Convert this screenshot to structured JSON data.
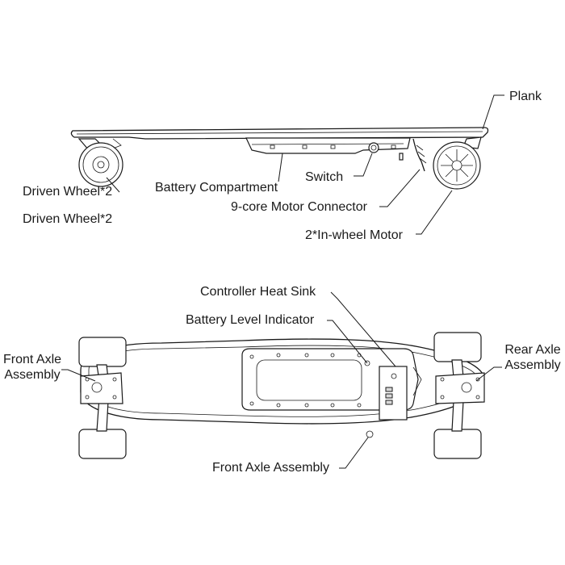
{
  "side_view": {
    "labels": {
      "plank": "Plank",
      "driven_wheel_a": "Driven Wheel*2",
      "driven_wheel_b": "Driven Wheel*2",
      "battery_compartment": "Battery Compartment",
      "switch": "Switch",
      "motor_connector": "9-core Motor Connector",
      "in_wheel_motor": "2*In-wheel Motor"
    }
  },
  "bottom_view": {
    "labels": {
      "controller_heat_sink": "Controller Heat Sink",
      "battery_level_indicator": "Battery Level Indicator",
      "front_axle_left_line1": "Front Axle",
      "front_axle_left_line2": "Assembly",
      "rear_axle_line1": "Rear Axle",
      "rear_axle_line2": "Assembly",
      "front_axle_bottom": "Front Axle Assembly"
    }
  }
}
